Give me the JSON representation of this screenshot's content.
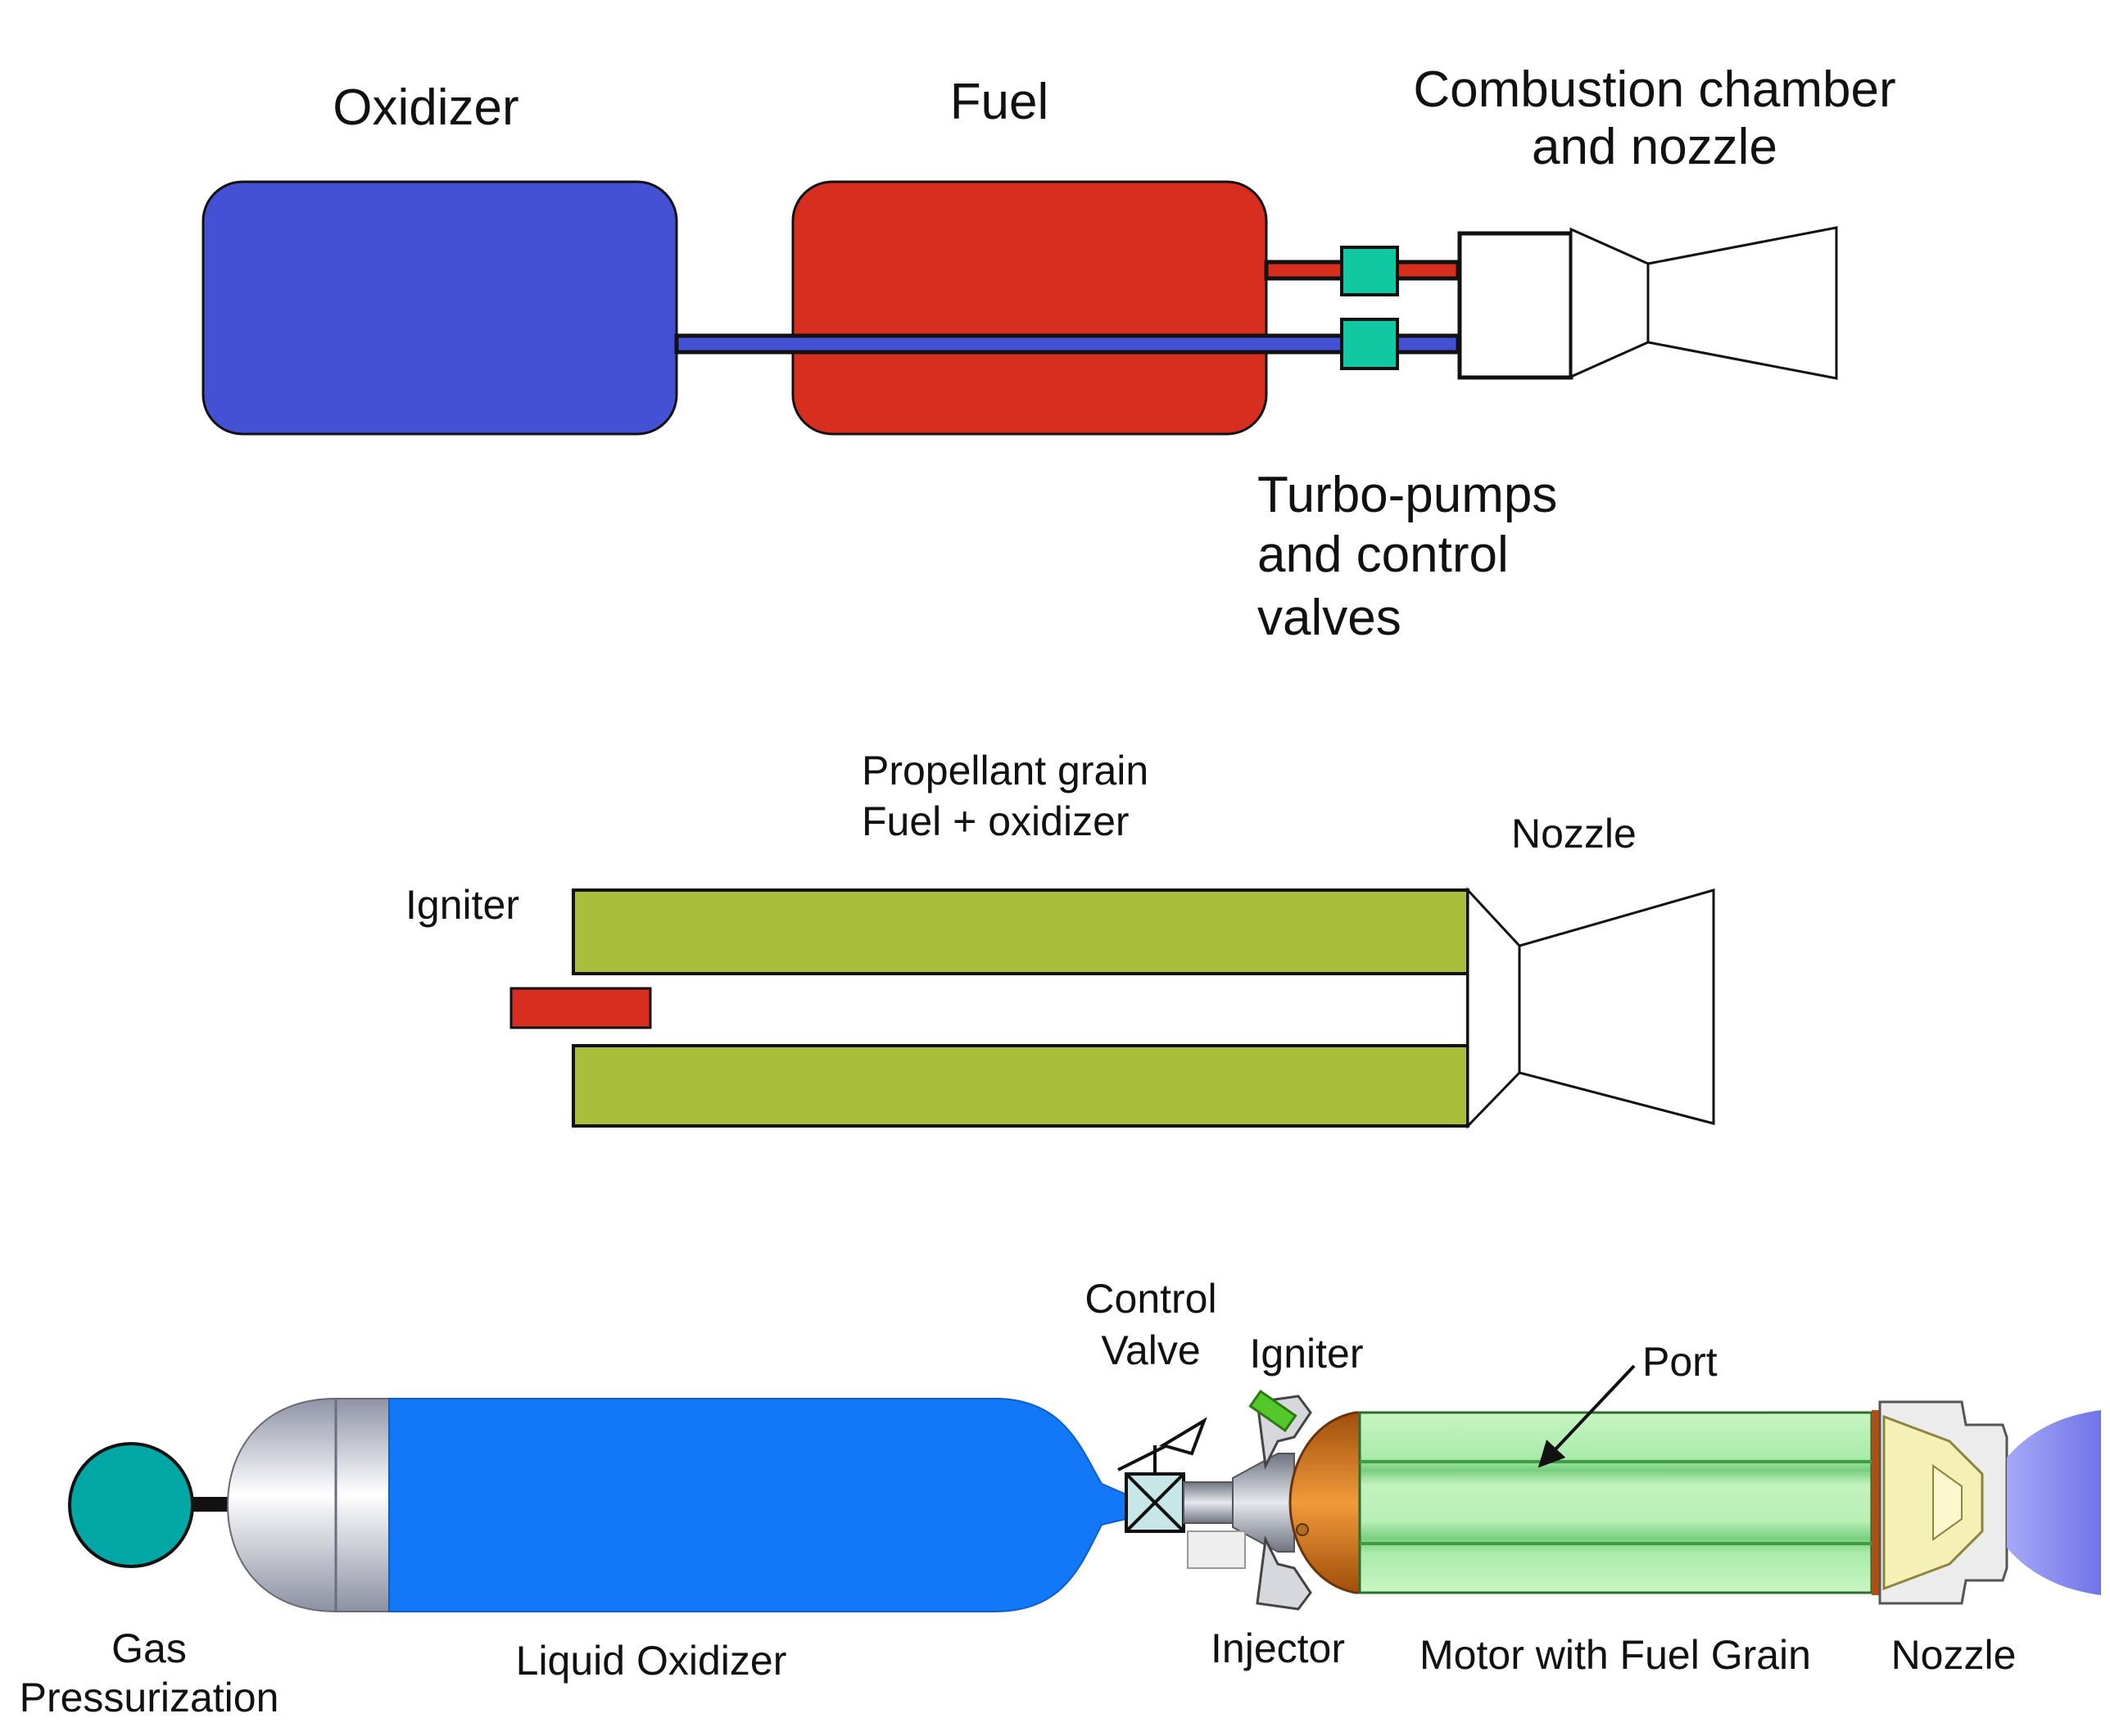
{
  "colors": {
    "oxidizer_tank": "#4451d4",
    "fuel_tank": "#d82e20",
    "oxidizer_line": "#4451d4",
    "fuel_line": "#d82e20",
    "pump_valve": "#10c9a3",
    "solid_grain": "#a9bf3b",
    "igniter": "#d82e20",
    "gas_sphere": "#00a7a4",
    "liquid_oxidizer": "#1378f7",
    "fuel_grain": "#b9f0b4",
    "motor_casing": "#e07a1b",
    "nozzle_insert": "#f4f0b6",
    "exhaust_plume": "#8b8ef2",
    "valve_body": "#c7e6e8"
  },
  "liquid_system": {
    "oxidizer_label": "Oxidizer",
    "fuel_label": "Fuel",
    "chamber_label_line1": "Combustion chamber",
    "chamber_label_line2": "and nozzle",
    "pumps_label_line1": "Turbo-pumps",
    "pumps_label_line2": "and control",
    "pumps_label_line3": "valves"
  },
  "solid_system": {
    "grain_label_line1": "Propellant grain",
    "grain_label_line2": "Fuel + oxidizer",
    "nozzle_label": "Nozzle",
    "igniter_label": "Igniter"
  },
  "hybrid_system": {
    "control_valve_line1": "Control",
    "control_valve_line2": "Valve",
    "igniter_label": "Igniter",
    "port_label": "Port",
    "gas_label_line1": "Gas",
    "gas_label_line2": "Pressurization",
    "liquid_oxidizer_label": "Liquid Oxidizer",
    "injector_label": "Injector",
    "motor_label": "Motor with Fuel Grain",
    "nozzle_label": "Nozzle"
  }
}
